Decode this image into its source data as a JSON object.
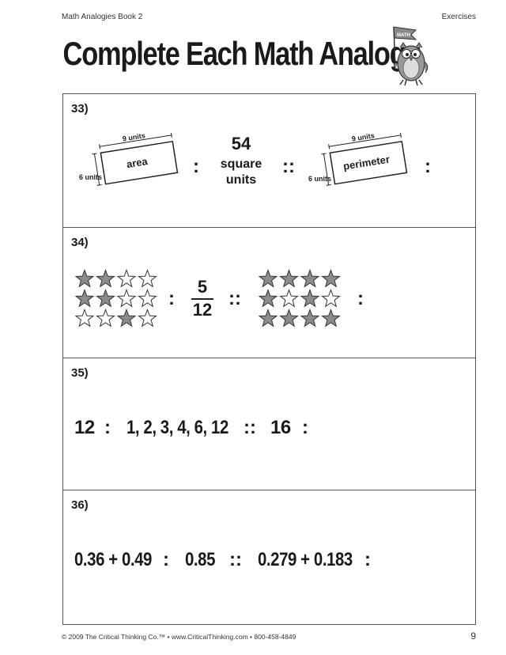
{
  "header": {
    "left": "Math Analogies Book 2",
    "right": "Exercises"
  },
  "title": "Complete Each Math Analogy",
  "mascot": {
    "icon": "owl-mascot-icon",
    "flag_text": "MATH"
  },
  "problems": [
    {
      "number": "33)",
      "rect1": {
        "width_label": "9 units",
        "height_label": "6 units",
        "inner": "area"
      },
      "answer": {
        "line1": "54",
        "line2": "square",
        "line3": "units"
      },
      "rect2": {
        "width_label": "9 units",
        "height_label": "6 units",
        "inner": "perimeter"
      },
      "colon": ":",
      "double_colon": "::"
    },
    {
      "number": "34)",
      "fraction": {
        "numerator": "5",
        "denominator": "12"
      },
      "grid1": [
        [
          1,
          1,
          0,
          0
        ],
        [
          1,
          1,
          0,
          0
        ],
        [
          0,
          0,
          1,
          0
        ]
      ],
      "grid2": [
        [
          1,
          1,
          1,
          1
        ],
        [
          1,
          0,
          1,
          0
        ],
        [
          1,
          1,
          1,
          1
        ]
      ],
      "colon": ":",
      "double_colon": "::"
    },
    {
      "number": "35)",
      "a": "12",
      "b": "1, 2, 3, 4, 6, 12",
      "c": "16",
      "colon": ":",
      "double_colon": "::"
    },
    {
      "number": "36)",
      "a": "0.36 + 0.49",
      "b": "0.85",
      "c": "0.279 + 0.183",
      "colon": ":",
      "double_colon": "::"
    }
  ],
  "footer": {
    "left": "© 2009 The Critical Thinking Co.™ • www.CriticalThinking.com • 800-458-4849",
    "page": "9"
  },
  "colors": {
    "star_fill": "#8c8c8c",
    "star_stroke": "#333333",
    "border": "#555555"
  }
}
